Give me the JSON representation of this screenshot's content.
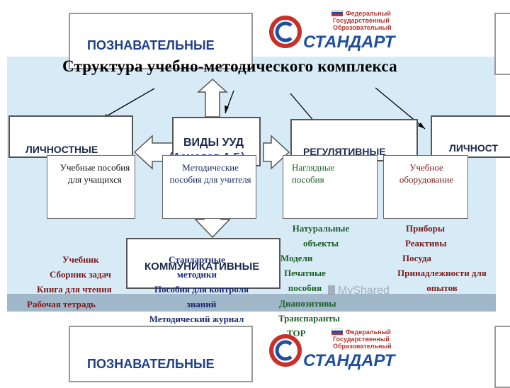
{
  "title": "Структура учебно-методического комплекса",
  "logo": {
    "lines": [
      "Федеральный",
      "Государственный",
      "Образовательный"
    ],
    "brand": "СТАНДАРТ"
  },
  "boxes": {
    "cognitive": "ПОЗНАВАТЕЛЬНЫЕ",
    "personal_left": "ЛИЧНОСТНЫЕ",
    "center_line1": "ВИДЫ УУД",
    "center_line2": "(Асмолов А.Г.)",
    "regulatory": "РЕГУЛЯТИВНЫЕ",
    "personal_right": "ЛИЧНОСТ",
    "communicative": "КОММУНИКАТИВНЫЕ",
    "cognitive_bottom": "ПОЗНАВАТЕЛЬНЫЕ"
  },
  "categories": [
    {
      "label": "Учебные пособия для учащихся"
    },
    {
      "label": "Методические пособия для учителя"
    },
    {
      "label": "Наглядные пособия"
    },
    {
      "label": "Учебное оборудование"
    }
  ],
  "columns": {
    "students": [
      "Учебник",
      "Сборник задач",
      "Книга для чтения",
      "Рабочая тетрадь"
    ],
    "teacher": [
      "Стандартные методики",
      "Пособия для контроля знаний",
      "Методический журнал"
    ],
    "visual": [
      "Натуральные объекты",
      "Модели",
      "Печатные пособия",
      "Диапозитивы",
      "Транспаранты",
      "ТОР"
    ],
    "equipment": [
      "Приборы",
      "Реактивы",
      "Посуда",
      "Принадлежности для опытов"
    ]
  },
  "watermark": "MyShared",
  "colors": {
    "band": "#d7ebf7",
    "brand_blue": "#1e4fa0",
    "brand_red": "#c8302a"
  }
}
